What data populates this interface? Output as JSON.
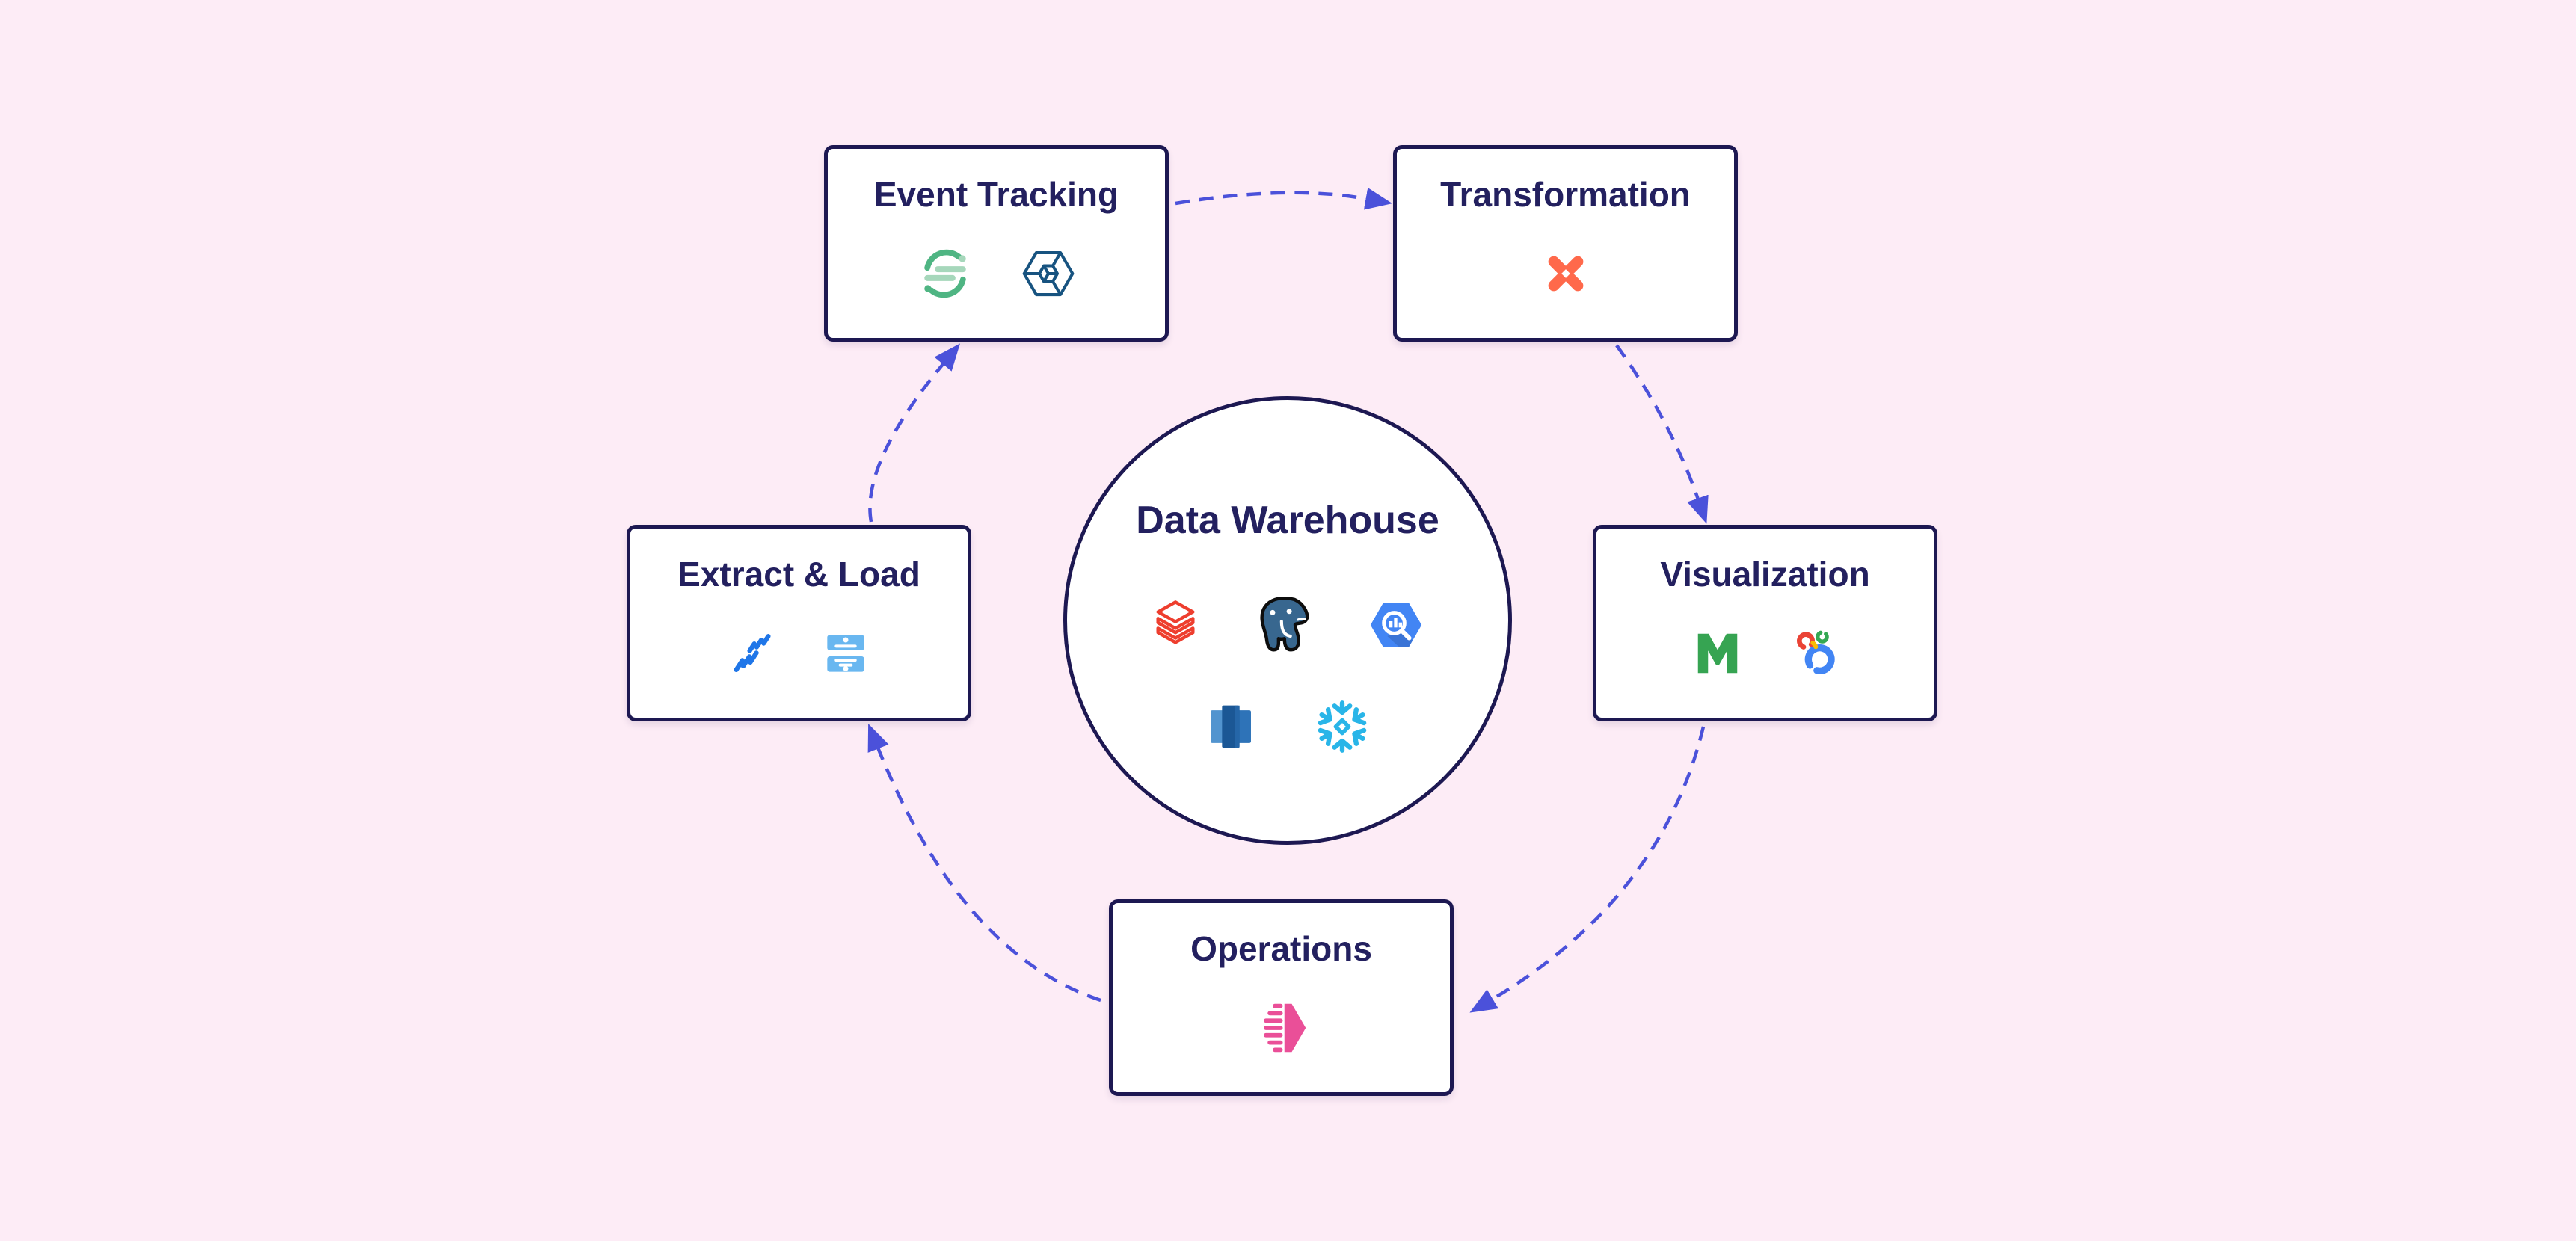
{
  "colors": {
    "background": "#fdecf6",
    "node_border": "#1d1852",
    "node_background": "#ffffff",
    "title_text": "#23205f",
    "arrow": "#4b51da"
  },
  "center": {
    "title": "Data Warehouse",
    "tools": [
      "Databricks",
      "PostgreSQL",
      "Google BigQuery",
      "Amazon Redshift",
      "Snowflake"
    ]
  },
  "nodes": {
    "event_tracking": {
      "title": "Event Tracking",
      "tools": [
        "Segment",
        "Snowplow"
      ]
    },
    "transformation": {
      "title": "Transformation",
      "tools": [
        "dbt"
      ]
    },
    "visualization": {
      "title": "Visualization",
      "tools": [
        "Mode",
        "Looker"
      ]
    },
    "operations": {
      "title": "Operations",
      "tools": [
        "Census"
      ]
    },
    "extract_load": {
      "title": "Extract & Load",
      "tools": [
        "Fivetran",
        "Stitch"
      ]
    }
  },
  "flow": [
    "Event Tracking → Transformation",
    "Transformation → Visualization",
    "Visualization → Operations",
    "Operations → Extract & Load",
    "Extract & Load → Event Tracking"
  ]
}
